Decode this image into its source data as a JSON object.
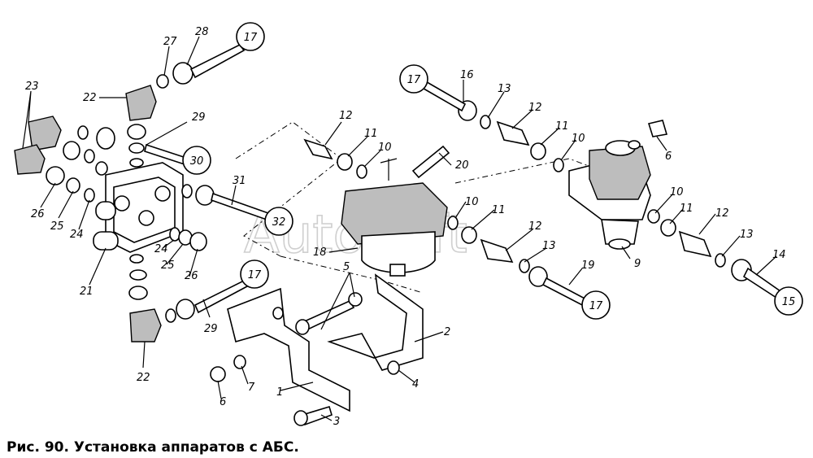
{
  "caption": "Рис. 90. Установка аппаратов с АБС.",
  "watermark": "AutoSoft",
  "callouts": {
    "c1": "17",
    "c2": "17",
    "c3": "17",
    "c4": "17",
    "c5": "30",
    "c6": "32",
    "c7": "15"
  },
  "labels": {
    "l28": "28",
    "l27": "27",
    "l22a": "22",
    "l23": "23",
    "l29a": "29",
    "l26a": "26",
    "l25a": "25",
    "l24a": "24",
    "l31": "31",
    "l21": "21",
    "l24b": "24",
    "l25b": "25",
    "l26b": "26",
    "l29b": "29",
    "l22b": "22",
    "l12a": "12",
    "l11a": "11",
    "l10a": "10",
    "l20": "20",
    "l18": "18",
    "l10b": "10",
    "l11b": "11",
    "l5": "5",
    "l16": "16",
    "l13a": "13",
    "l12b": "12",
    "l11c": "11",
    "l10c": "10",
    "l6a": "6",
    "l12c": "12",
    "l13b": "13",
    "l19": "19",
    "l9": "9",
    "l10d": "10",
    "l11d": "11",
    "l12d": "12",
    "l13c": "13",
    "l14": "14",
    "l2": "2",
    "l4": "4",
    "l7": "7",
    "l6b": "6",
    "l1": "1",
    "l3": "3"
  }
}
